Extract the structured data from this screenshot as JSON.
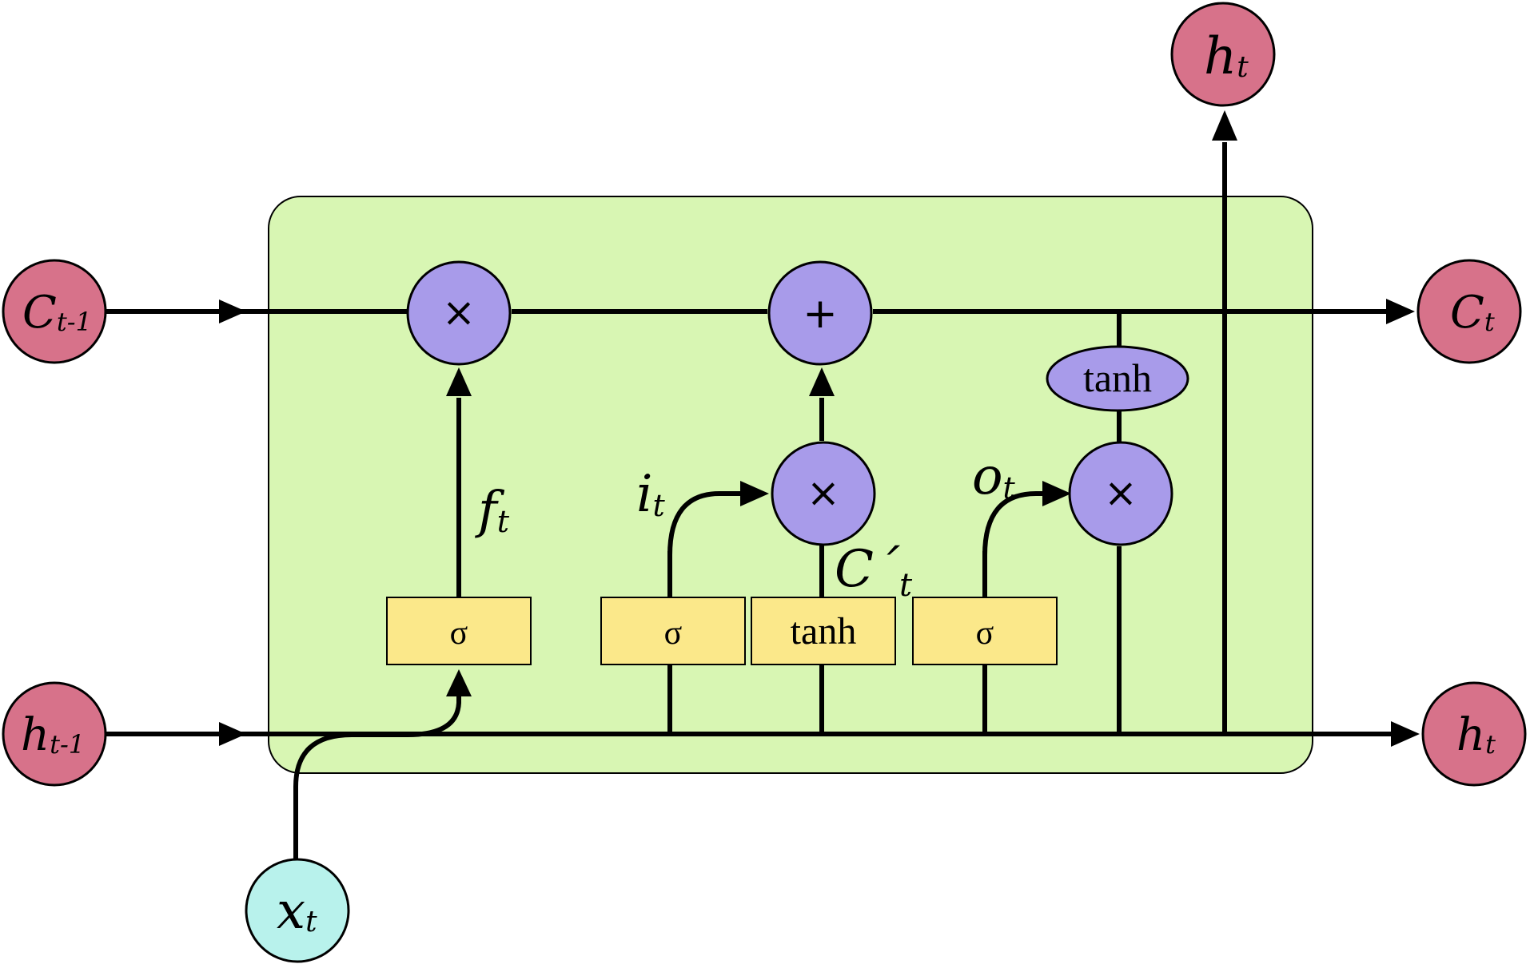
{
  "nodes": {
    "c_prev": {
      "label": "C",
      "sub": "t-1"
    },
    "c_next": {
      "label": "C",
      "sub": "t"
    },
    "h_prev": {
      "label": "h",
      "sub": "t-1"
    },
    "h_next": {
      "label": "h",
      "sub": "t"
    },
    "h_top": {
      "label": "h",
      "sub": "t"
    },
    "x_in": {
      "label": "x",
      "sub": "t"
    }
  },
  "operators": {
    "forget_mult": "×",
    "cell_add": "+",
    "input_mult": "×",
    "output_mult": "×"
  },
  "gates": {
    "forget_sigma": "σ",
    "input_sigma": "σ",
    "candidate_tanh": "tanh",
    "output_sigma": "σ",
    "cell_tanh": "tanh"
  },
  "labels": {
    "f": {
      "label": "f",
      "sub": "t"
    },
    "i": {
      "label": "i",
      "sub": "t"
    },
    "o": {
      "label": "o",
      "sub": "t"
    },
    "c_cand": {
      "label": "C´",
      "sub": "t"
    }
  },
  "colors": {
    "cell_bg": "#d8f6b3",
    "node_pink": "#d7728a",
    "node_cyan": "#b8f2ec",
    "op_purple": "#a89bea",
    "gate_yellow": "#fbe88a"
  }
}
